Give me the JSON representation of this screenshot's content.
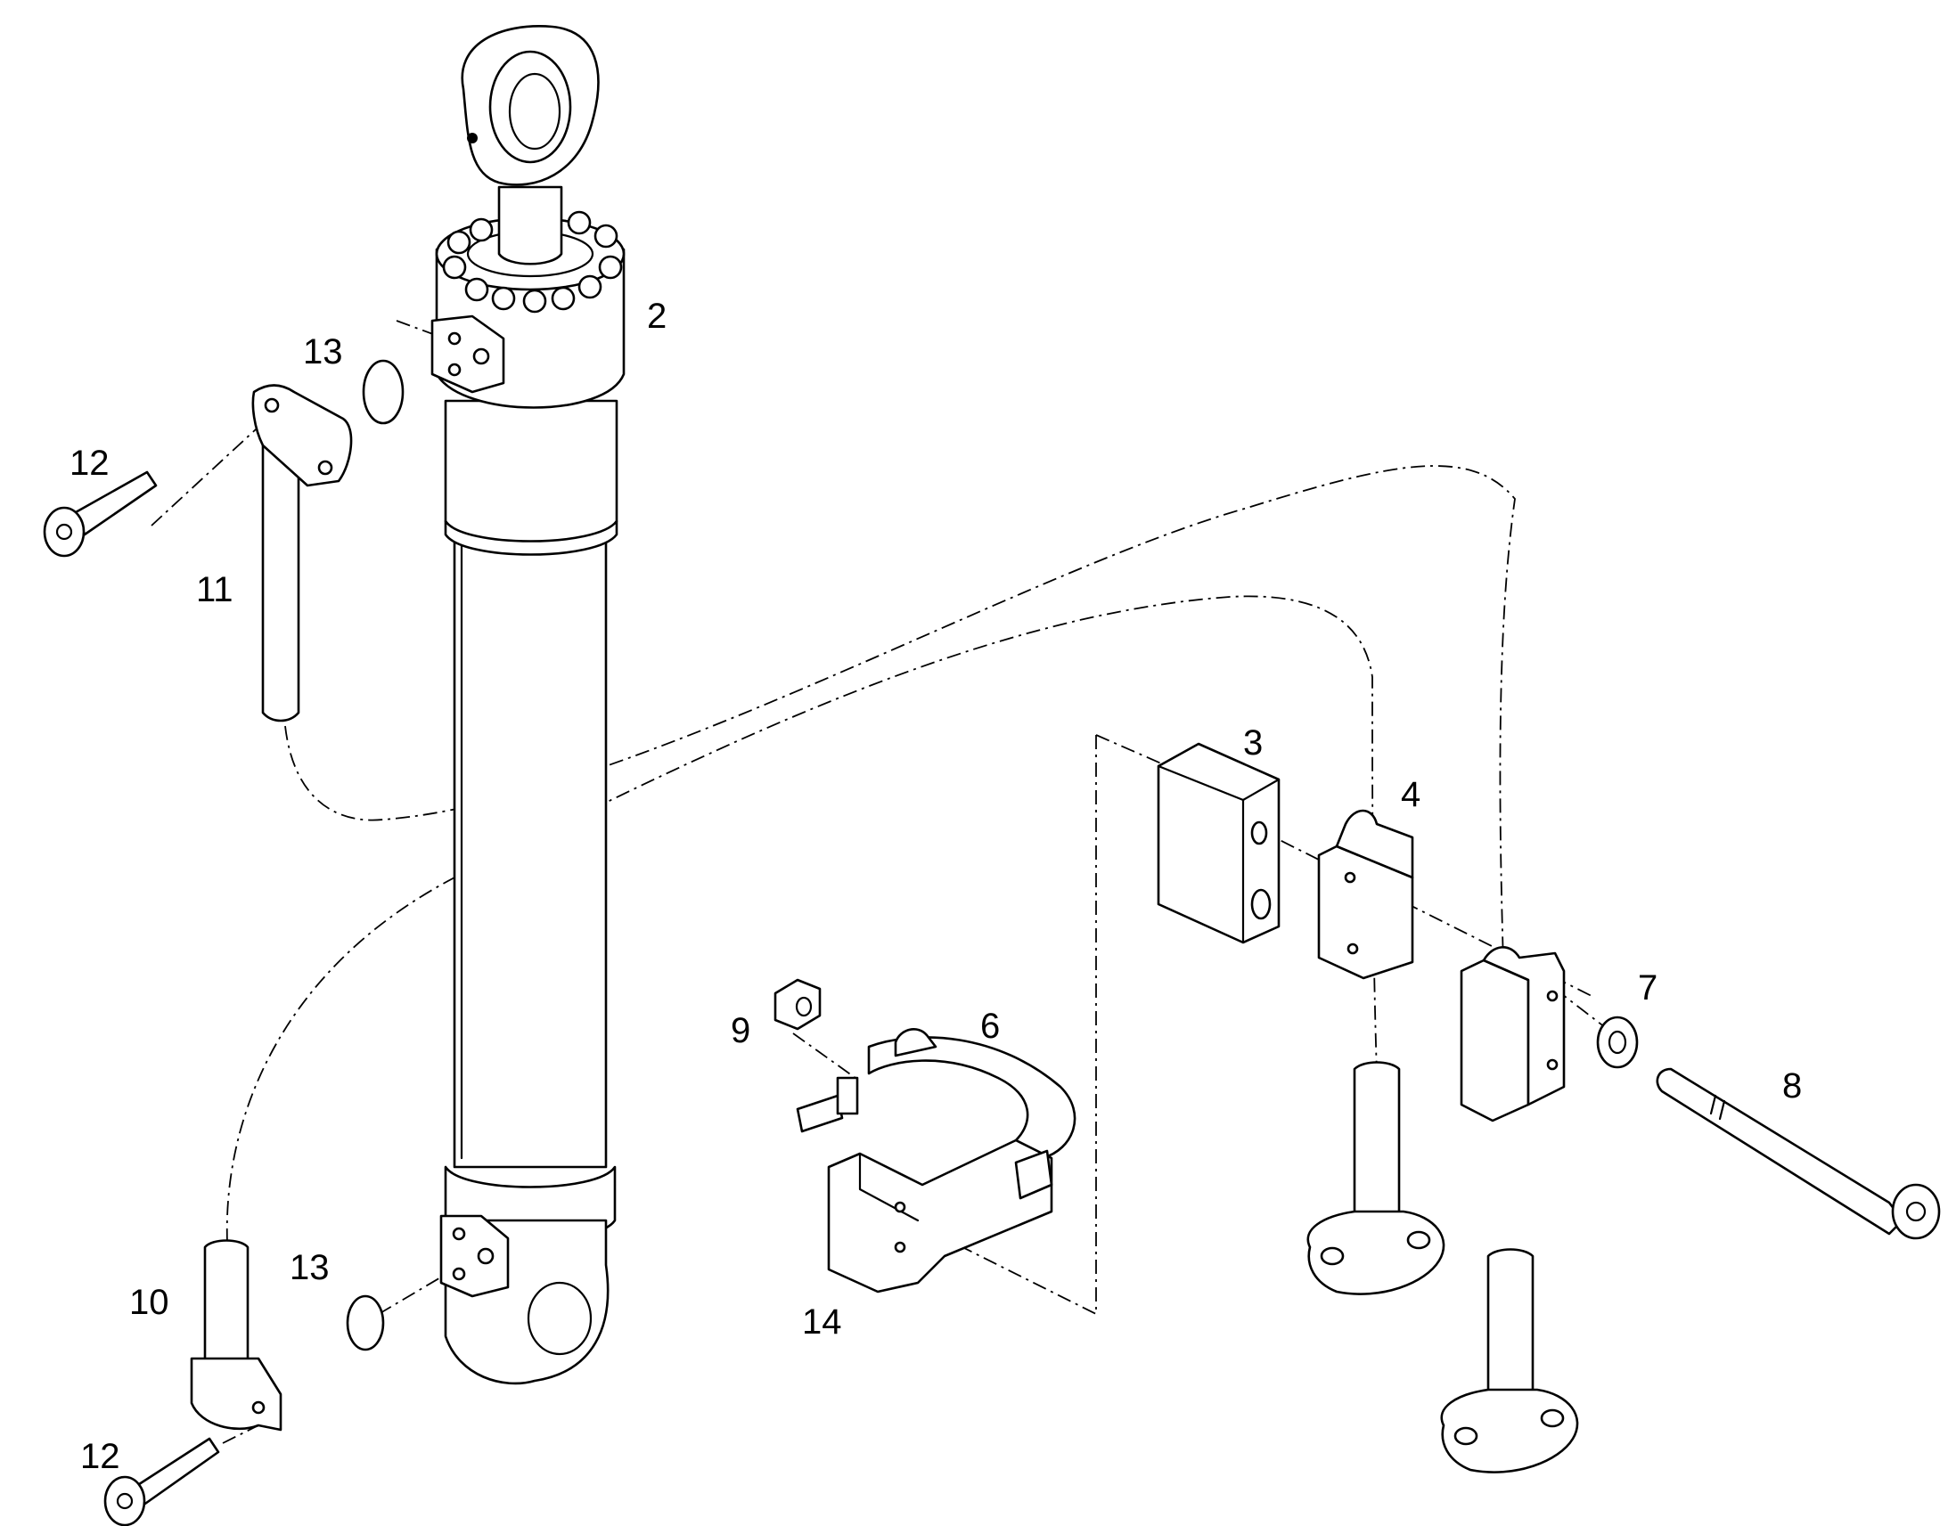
{
  "callouts": {
    "c2": "2",
    "c3": "3",
    "c4": "4",
    "c6": "6",
    "c7": "7",
    "c8": "8",
    "c9": "9",
    "c10": "10",
    "c11": "11",
    "c12_top": "12",
    "c12_bottom": "12",
    "c13_top": "13",
    "c13_bottom": "13",
    "c14": "14"
  },
  "colors": {
    "line": "#000000",
    "background": "#ffffff"
  }
}
